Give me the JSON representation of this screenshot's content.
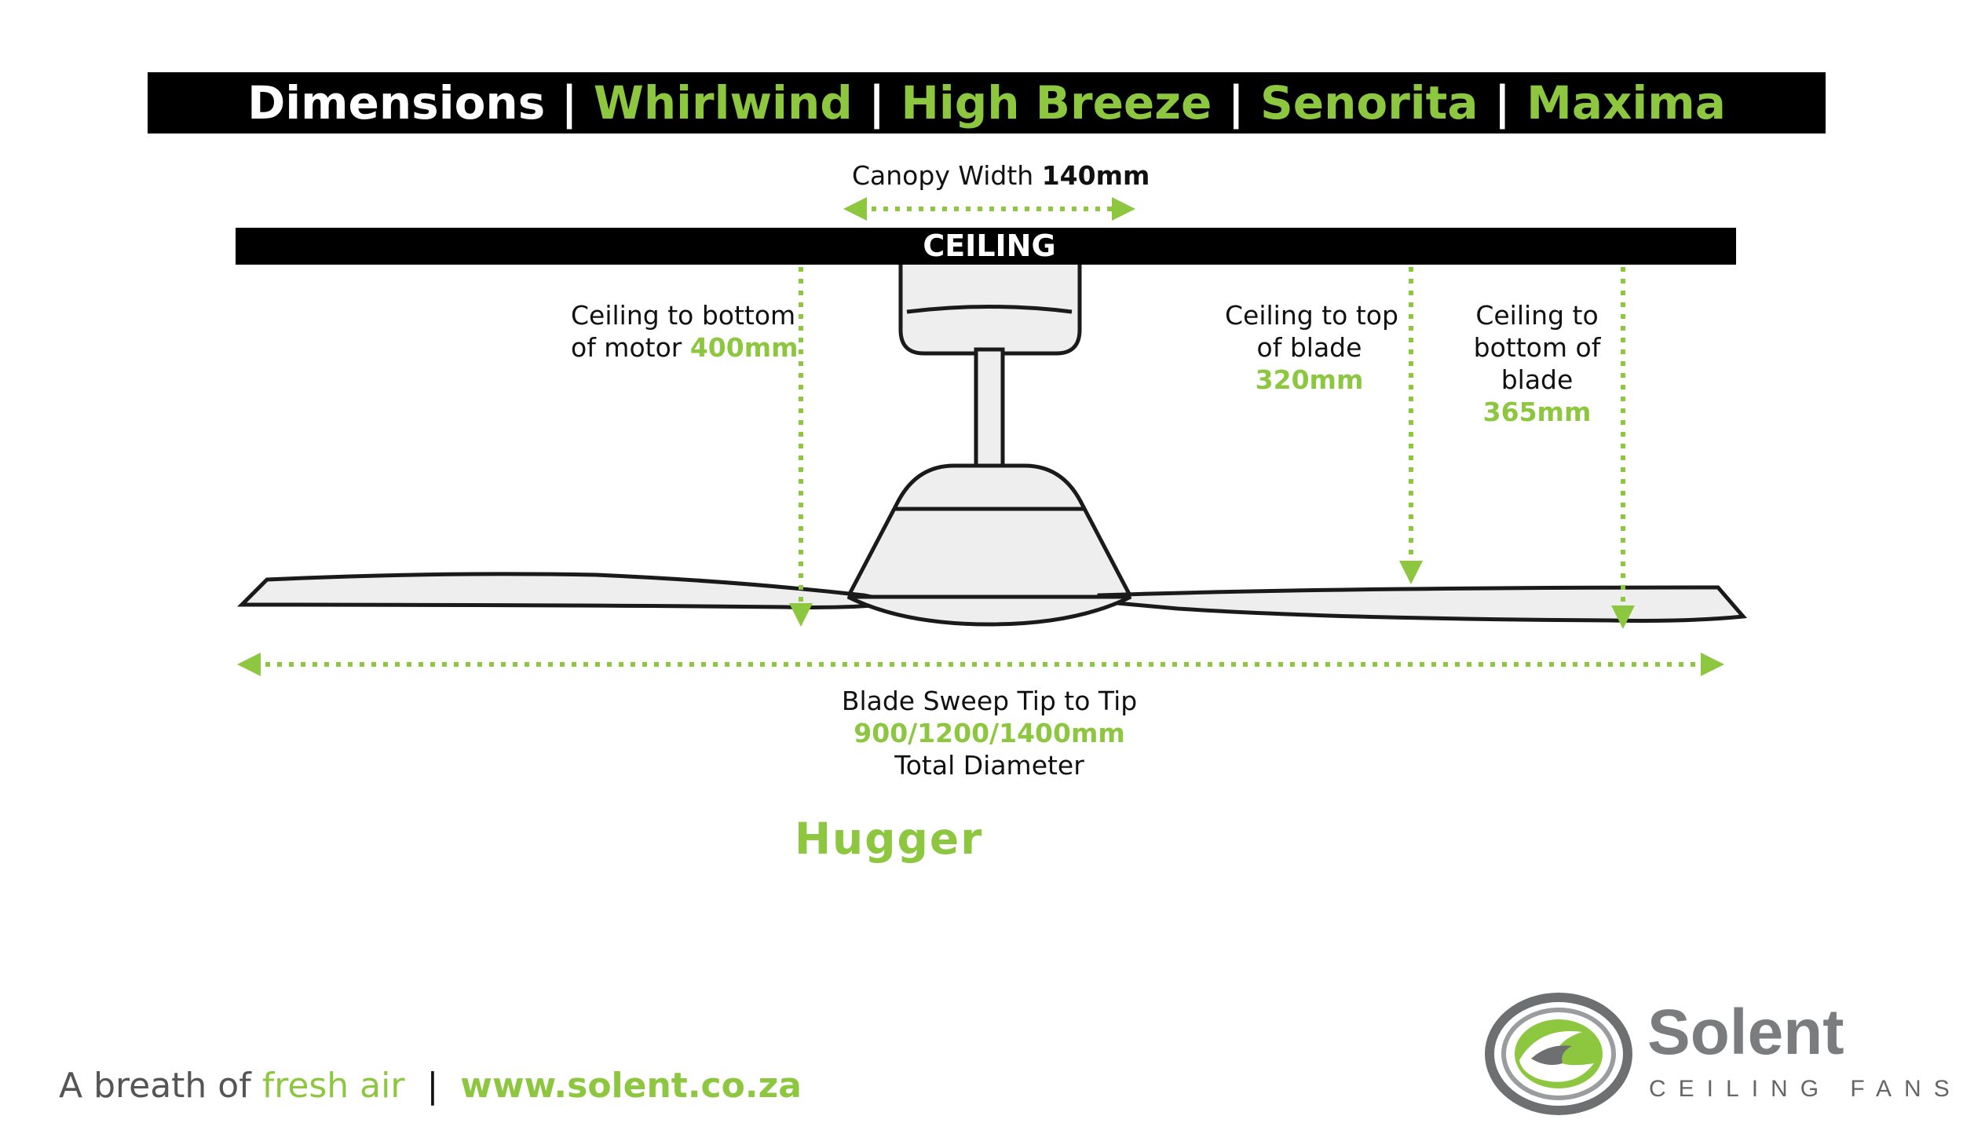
{
  "header": {
    "title_prefix": "Dimensions",
    "separator": "|",
    "models": [
      "Whirlwind",
      "High Breeze",
      "Senorita",
      "Maxima"
    ]
  },
  "diagram": {
    "canopy": {
      "label": "Canopy Width",
      "value": "140mm"
    },
    "ceiling_label": "CEILING",
    "motor": {
      "line1": "Ceiling to bottom",
      "line2": "of motor",
      "value": "400mm"
    },
    "blade_top": {
      "line1": "Ceiling to top",
      "line2": "of blade",
      "value": "320mm"
    },
    "blade_bottom": {
      "line1": "Ceiling to",
      "line2": "bottom of",
      "line3": "blade",
      "value": "365mm"
    },
    "sweep": {
      "line1": "Blade Sweep Tip to Tip",
      "value": "900/1200/1400mm",
      "line3": "Total Diameter"
    },
    "mount_type": "Hugger"
  },
  "footer": {
    "tagline_start": "A breath of ",
    "tagline_highlight": "fresh air",
    "separator": "|",
    "url": "www.solent.co.za"
  },
  "brand": {
    "name": "Solent",
    "subtitle": "CEILING FANS"
  },
  "colors": {
    "accent": "#8dc63f",
    "black": "#000000",
    "outline": "#1a1a1a",
    "fill": "#eeeeee",
    "brand_gray": "#7a7c7e"
  }
}
